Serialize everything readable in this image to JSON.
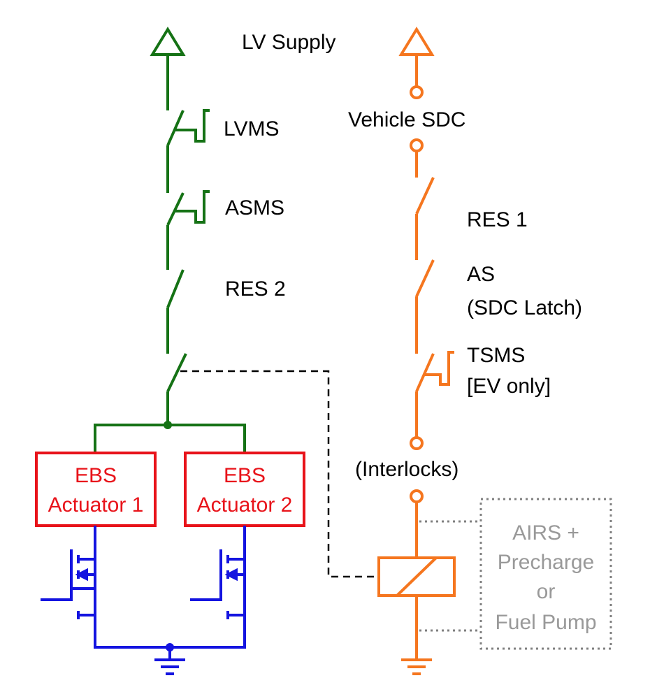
{
  "labels": {
    "lv_supply": "LV Supply",
    "lvms": "LVMS",
    "asms": "ASMS",
    "res2": "RES 2",
    "vehicle_sdc": "Vehicle SDC",
    "res1": "RES 1",
    "as_line1": "AS",
    "as_line2": "(SDC Latch)",
    "tsms_line1": "TSMS",
    "tsms_line2": "[EV only]",
    "interlocks": "(Interlocks)",
    "ebs1_line1": "EBS",
    "ebs1_line2": "Actuator 1",
    "ebs2_line1": "EBS",
    "ebs2_line2": "Actuator 2",
    "airs_line1": "AIRS +",
    "airs_line2": "Precharge",
    "airs_line3": "or",
    "airs_line4": "Fuel Pump"
  },
  "colors": {
    "lv_circuit": "#157215",
    "sdc_circuit": "#f5761f",
    "ebs_actuator": "#e8131a",
    "driver_circuit": "#1414e0",
    "relay_link": "#000000",
    "airs_box": "#808080"
  },
  "icons": {
    "supply": "supply-triangle-icon",
    "ground": "ground-icon",
    "switch": "switch-icon",
    "mosfet": "mosfet-icon",
    "relay": "relay-coil-icon",
    "terminal": "terminal-circle-icon"
  }
}
